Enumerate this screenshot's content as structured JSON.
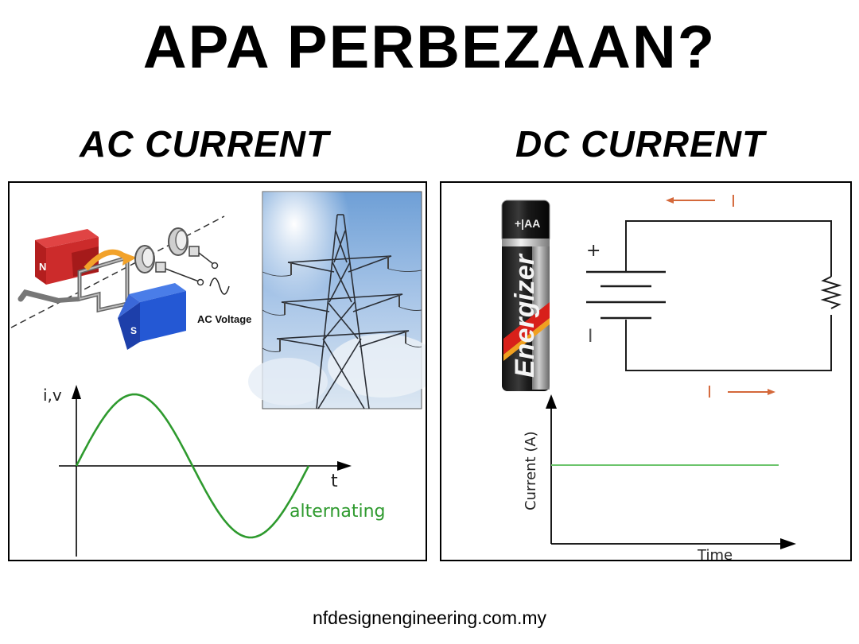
{
  "title": "APA PERBEZAAN?",
  "ac": {
    "heading": "AC CURRENT",
    "generator": {
      "north_label": "N",
      "south_label": "S",
      "voltage_label": "AC Voltage"
    },
    "graph": {
      "y_axis_label": "i,v",
      "x_axis_label": "t",
      "curve_label": "alternating",
      "curve_color": "#2e9a2e"
    },
    "photo": {
      "icon": "power-transmission-tower"
    }
  },
  "dc": {
    "heading": "DC CURRENT",
    "battery": {
      "brand": "Energizer",
      "size_label": "+|AA"
    },
    "circuit": {
      "plus_sign": "+",
      "minus_sign": "I",
      "current_top": "I",
      "current_bottom": "I",
      "arrow_color": "#d4683a"
    },
    "graph": {
      "y_axis_label": "Current (A)",
      "x_axis_label": "Time",
      "line_color": "#6cc46c"
    }
  },
  "footer": "nfdesignengineering.com.my"
}
